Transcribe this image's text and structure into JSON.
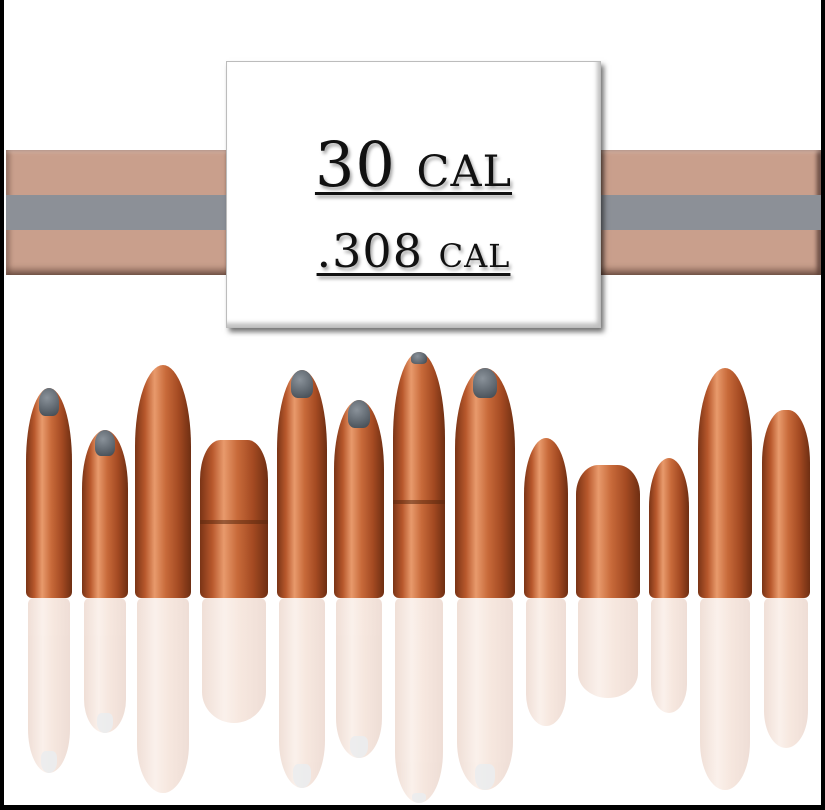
{
  "title": {
    "main": "30 cal",
    "sub": ".308 cal"
  },
  "colors": {
    "band_copper": "#c99f8c",
    "band_gray": "#8c9097",
    "label_background": "#ffffff",
    "text": "#111111"
  },
  "bullets": [
    {
      "name": "spitzer-soft-point",
      "tip": "soft-point"
    },
    {
      "name": "short-spitzer-soft-point",
      "tip": "soft-point"
    },
    {
      "name": "boat-tail-hollow-point",
      "tip": "hollow-point"
    },
    {
      "name": "flat-nose",
      "tip": "flat"
    },
    {
      "name": "spitzer-soft-point",
      "tip": "soft-point"
    },
    {
      "name": "spitzer-soft-point",
      "tip": "soft-point"
    },
    {
      "name": "cannelured-soft-point",
      "tip": "soft-point"
    },
    {
      "name": "round-nose-soft-point",
      "tip": "soft-point"
    },
    {
      "name": "hollow-point",
      "tip": "hollow-point"
    },
    {
      "name": "jacketed-hollow-point",
      "tip": "hollow-point"
    },
    {
      "name": "short-hollow-point",
      "tip": "hollow-point"
    },
    {
      "name": "match-boat-tail",
      "tip": "hollow-point"
    },
    {
      "name": "flat-base-hollow-point",
      "tip": "hollow-point"
    }
  ]
}
